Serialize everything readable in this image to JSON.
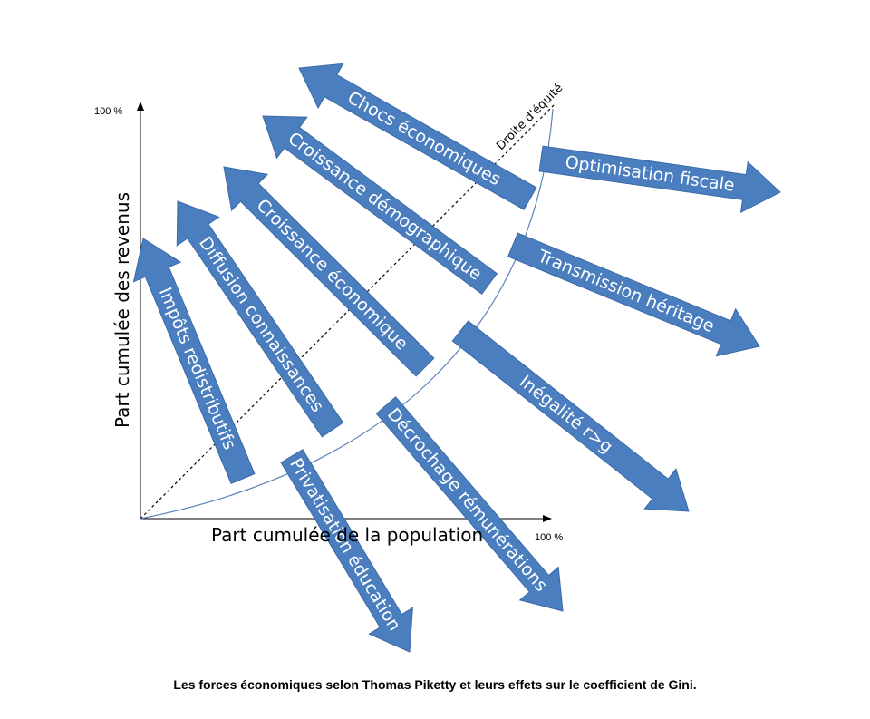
{
  "diagram": {
    "equity_line_label": "Droite d'équité",
    "x_axis": {
      "title": "Part cumulée de la population",
      "max_label": "100 %"
    },
    "y_axis": {
      "title": "Part cumulée des revenus",
      "max_label": "100 %"
    },
    "forces_toward_equality": [
      "Impôts redistributifs",
      "Diffusion connaissances",
      "Croissance  économique",
      "Croissance démographique",
      "Chocs économiques"
    ],
    "forces_toward_inequality": [
      "Optimisation fiscale",
      "Transmission héritage",
      "Inégalité r>g",
      "Décrochage rémunérations",
      "Privatisation éducation"
    ],
    "colors": {
      "arrow_fill": "#4a7ebf",
      "arrow_text": "#ffffff",
      "curve": "#5a82b8"
    }
  },
  "caption": "Les forces économiques selon Thomas Piketty et leurs effets sur le coefficient de Gini."
}
